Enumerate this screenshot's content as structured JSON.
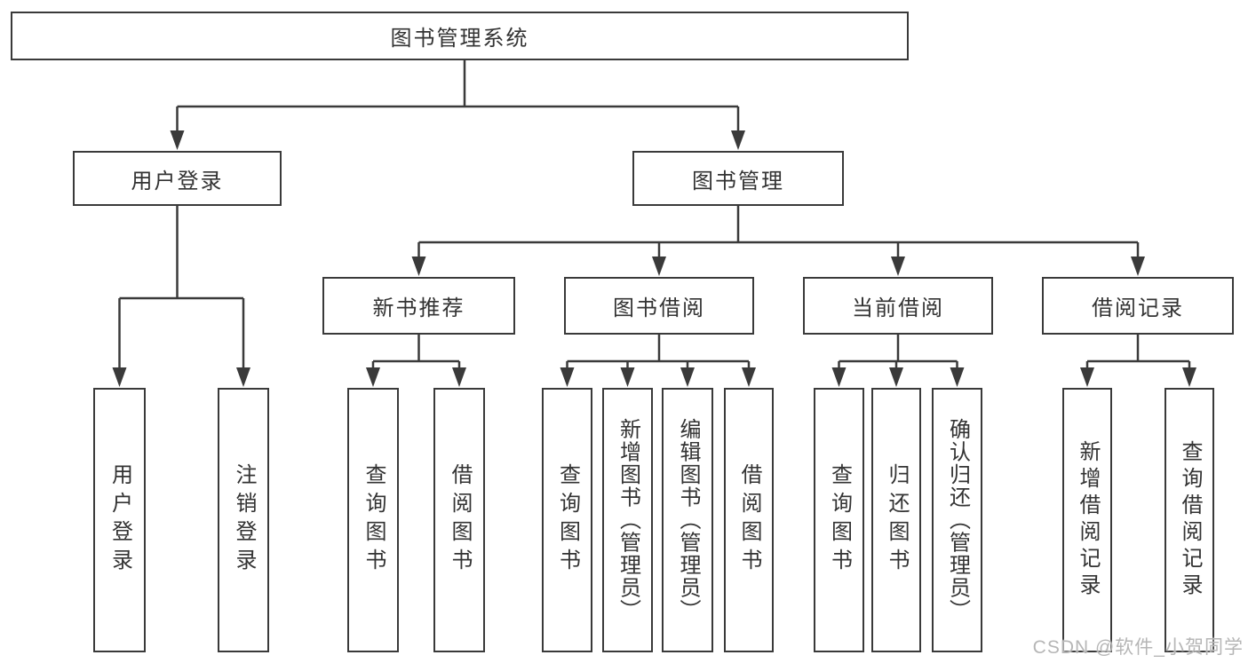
{
  "tree": {
    "label": "图书管理系统",
    "children": [
      {
        "label": "用户登录",
        "children": [
          {
            "label": "用户登录"
          },
          {
            "label": "注销登录"
          }
        ]
      },
      {
        "label": "图书管理",
        "children": [
          {
            "label": "新书推荐",
            "children": [
              {
                "label": "查询图书"
              },
              {
                "label": "借阅图书"
              }
            ]
          },
          {
            "label": "图书借阅",
            "children": [
              {
                "label": "查询图书"
              },
              {
                "label": "新增图书（管理员）"
              },
              {
                "label": "编辑图书（管理员）"
              },
              {
                "label": "借阅图书"
              }
            ]
          },
          {
            "label": "当前借阅",
            "children": [
              {
                "label": "查询图书"
              },
              {
                "label": "归还图书"
              },
              {
                "label": "确认归还（管理员）"
              }
            ]
          },
          {
            "label": "借阅记录",
            "children": [
              {
                "label": "新增借阅记录"
              },
              {
                "label": "查询借阅记录"
              }
            ]
          }
        ]
      }
    ]
  },
  "watermark": {
    "text": "CSDN @软件_小贺同学"
  },
  "colors": {
    "line": "#3a3a3a",
    "box_border": "#3a3a3a",
    "text": "#333333",
    "watermark": "#b6b6b6"
  }
}
